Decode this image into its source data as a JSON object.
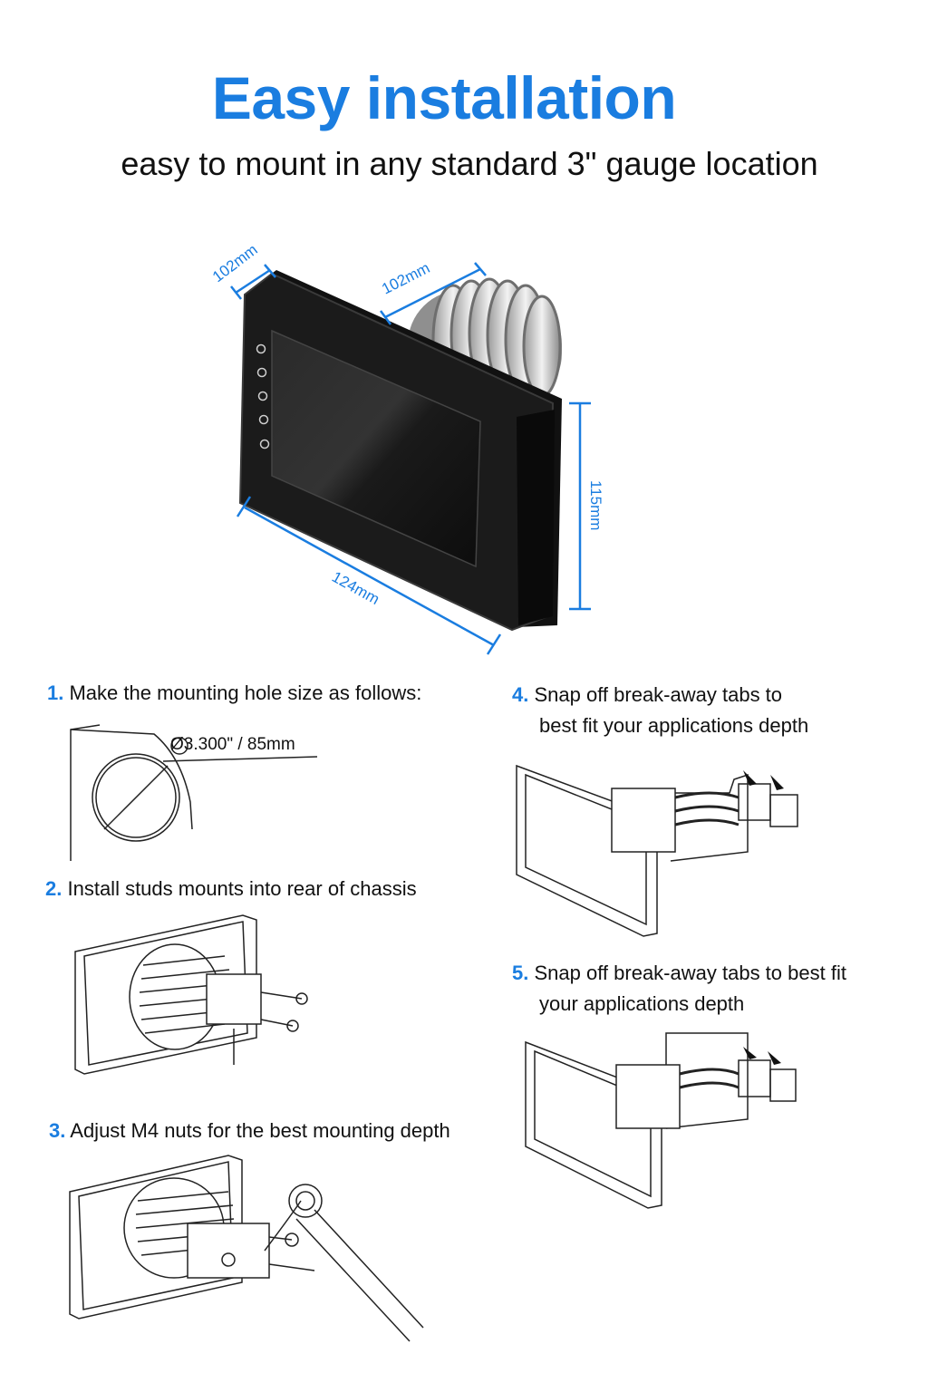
{
  "header": {
    "title": "Easy installation",
    "subtitle": "easy to mount in any standard 3\" gauge location"
  },
  "dimensions": {
    "depth_top": "102mm",
    "depth_side": "102mm",
    "width": "124mm",
    "height": "115mm"
  },
  "device": {
    "buttons": [
      "power-icon",
      "circle-icon",
      "return-icon",
      "gear-icon",
      "info-icon"
    ]
  },
  "steps": [
    {
      "num": "1.",
      "text": "Make the mounting hole size as follows:"
    },
    {
      "num": "2.",
      "text": "Install studs mounts into rear of chassis"
    },
    {
      "num": "3.",
      "text": "Adjust M4 nuts for the best mounting depth"
    },
    {
      "num": "4.",
      "text": "Snap off break-away tabs to",
      "text2": "best fit your applications depth"
    },
    {
      "num": "5.",
      "text": "Snap off break-away tabs to best fit",
      "text2": "your applications depth"
    }
  ],
  "hole_label": "Ø3.300\" / 85mm",
  "colors": {
    "accent": "#1a7de0",
    "device_body": "#1b1b1b"
  }
}
